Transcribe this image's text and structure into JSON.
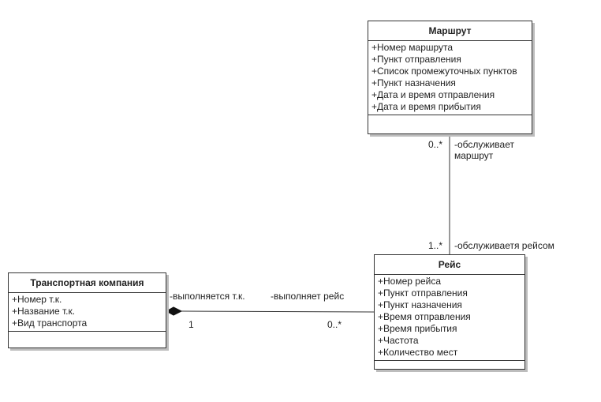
{
  "classes": {
    "route": {
      "name": "Маршрут",
      "attributes": [
        "+Номер маршрута",
        "+Пункт отправления",
        "+Список промежуточных пунктов",
        "+Пункт назначения",
        "+Дата и время отправления",
        "+Дата и время прибытия"
      ]
    },
    "trip": {
      "name": "Рейс",
      "attributes": [
        "+Номер рейса",
        "+Пункт отправления",
        "+Пункт назначения",
        "+Время отправления",
        "+Время прибытия",
        "+Частота",
        "+Количество мест"
      ]
    },
    "company": {
      "name": "Транспортная компания",
      "attributes": [
        "+Номер т.к.",
        "+Название т.к.",
        "+Вид транспорта"
      ]
    }
  },
  "associations": {
    "route_trip": {
      "route_multiplicity": "0..*",
      "route_role_line1": "-обслуживает",
      "route_role_line2": "маршрут",
      "trip_multiplicity": "1..*",
      "trip_role": "-обслуживаетя рейсом"
    },
    "company_trip": {
      "type": "composition",
      "company_role": "-выполняется т.к.",
      "company_multiplicity": "1",
      "trip_role": "-выполняет рейс",
      "trip_multiplicity": "0..*"
    }
  }
}
